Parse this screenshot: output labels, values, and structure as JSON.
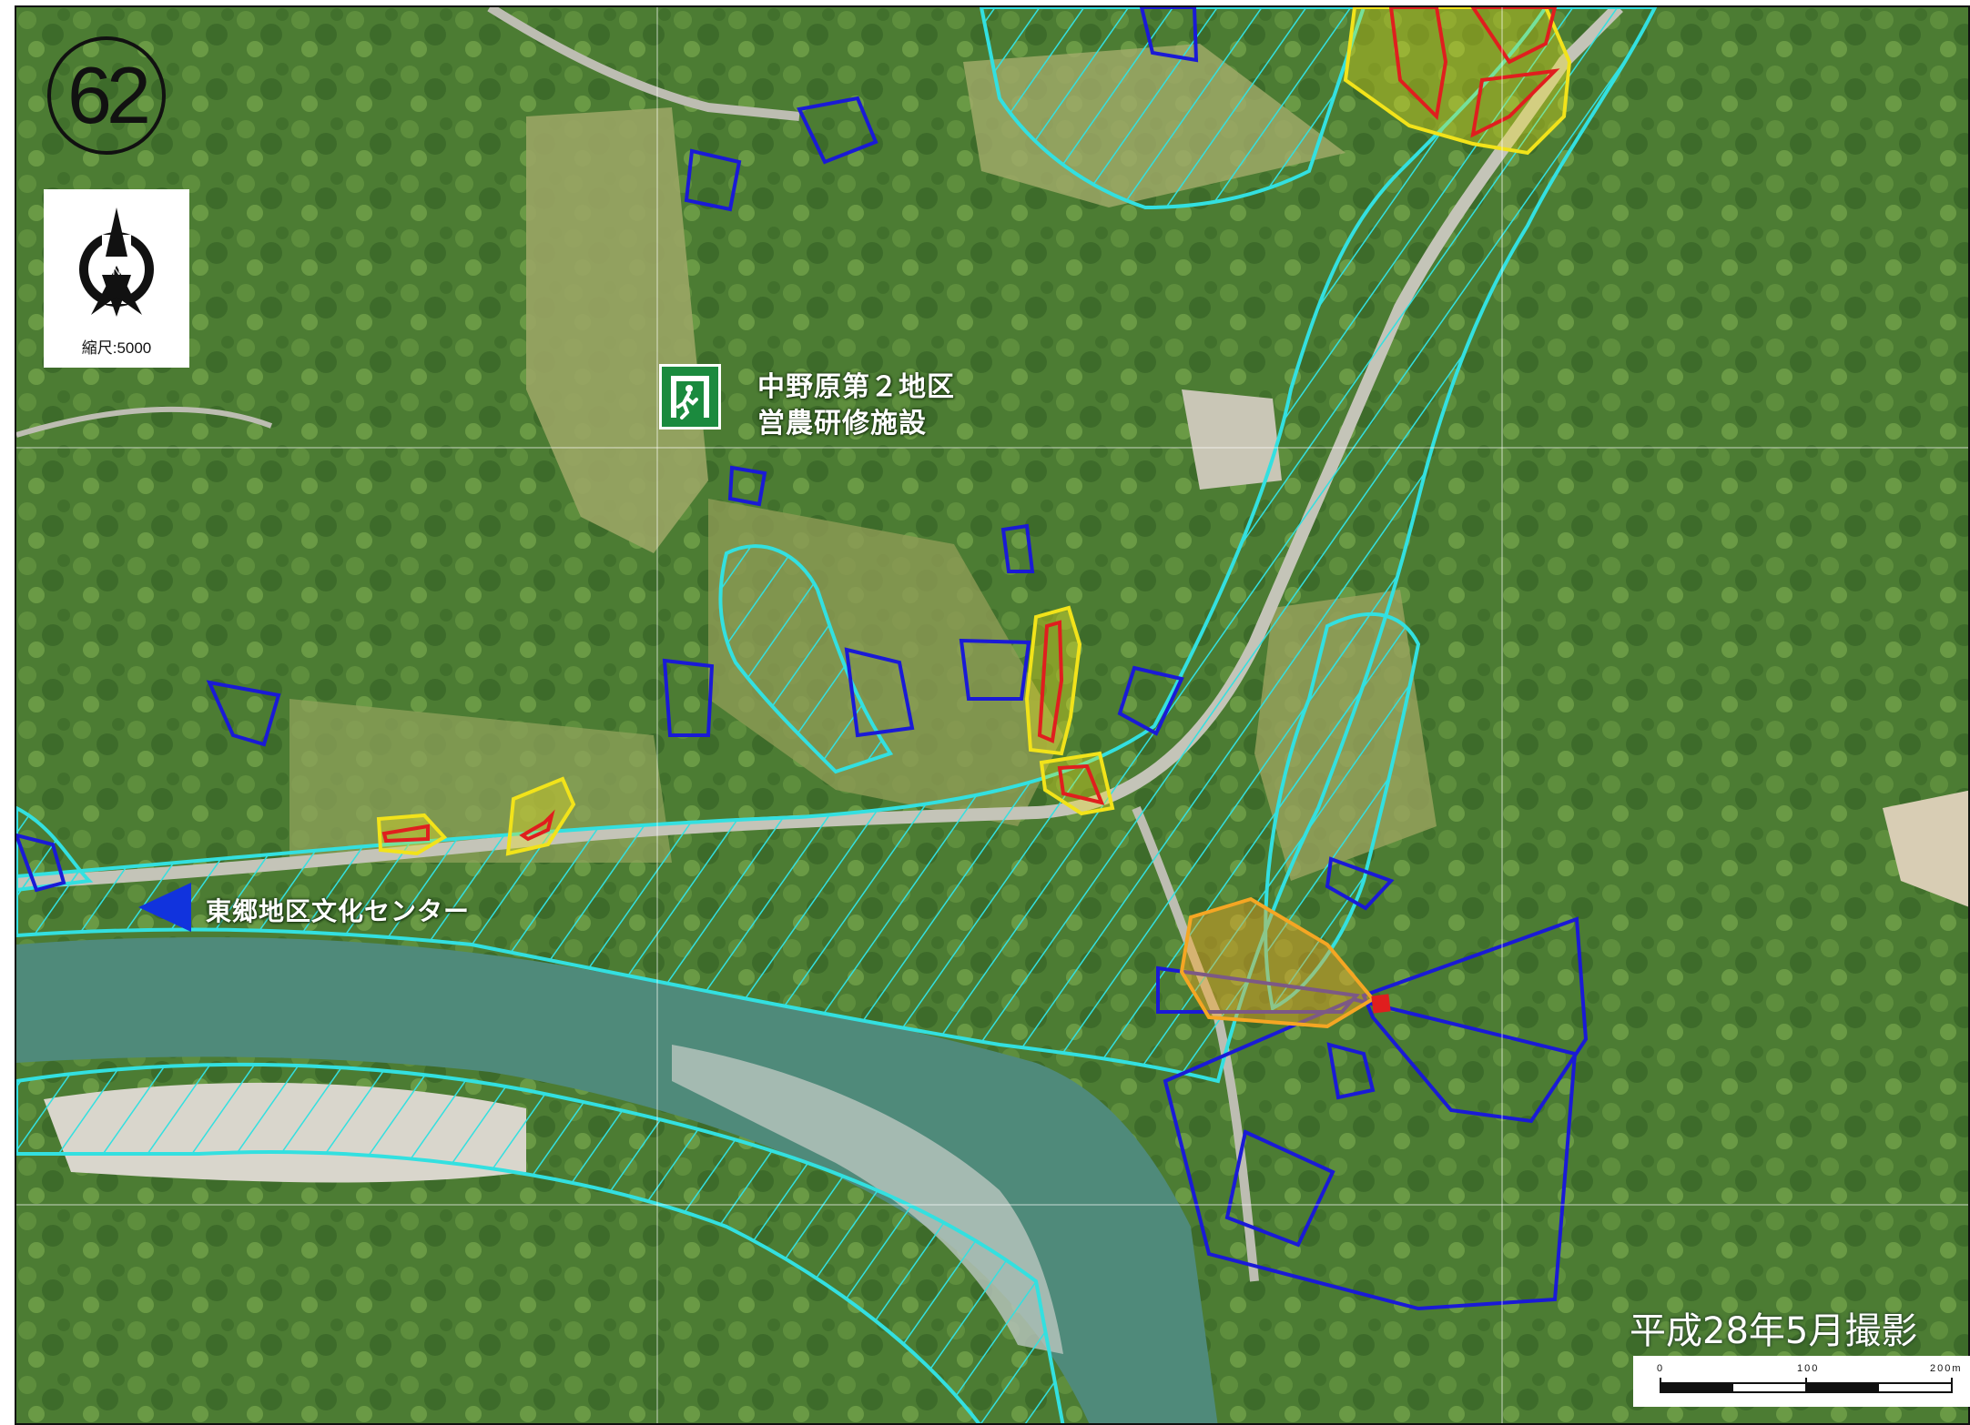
{
  "map": {
    "sheet_number": "62",
    "scale_label": "縮尺:5000",
    "north_label": "N",
    "photo_caption": "平成28年5月撮影",
    "shelter_name_line1": "中野原第２地区",
    "shelter_name_line2": "営農研修施設",
    "direction_label": "東郷地区文化センター",
    "scalebar": {
      "tick_start": "0",
      "tick_mid": "100",
      "tick_end": "200m"
    }
  },
  "colors": {
    "river": "#4f8a7a",
    "forest": "#4c7c33",
    "farmland": "#93a25a",
    "road": "#b9b9ad",
    "flood_zone": "#33e0e0",
    "house_zone": "#1a1ad6",
    "slope_warning": "#f2e31a",
    "slope_special": "#e01e1e",
    "debris_warning": "#f5a623",
    "shelter": "#1b8a3e",
    "direction_arrow": "#1133dd"
  },
  "icons": [
    "north-arrow-icon",
    "emergency-exit-icon",
    "direction-arrow-icon"
  ]
}
